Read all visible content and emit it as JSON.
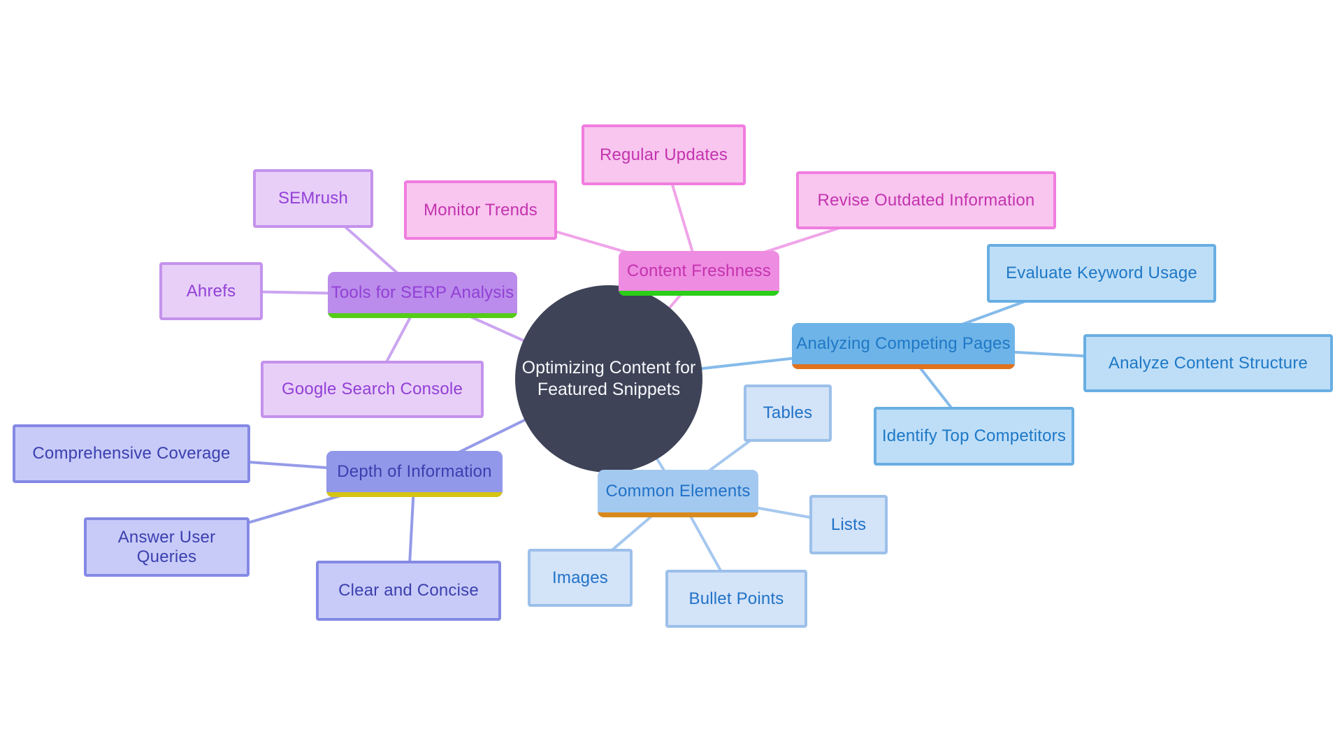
{
  "mindmap": {
    "center": {
      "label_line1": "Optimizing Content for",
      "label_line2": "Featured Snippets"
    },
    "branches": [
      {
        "label": "Content Freshness",
        "family": "pink",
        "children": [
          {
            "label": "Regular Updates"
          },
          {
            "label": "Monitor Trends"
          },
          {
            "label": "Revise Outdated Information"
          }
        ]
      },
      {
        "label": "Tools for SERP Analysis",
        "family": "purple",
        "children": [
          {
            "label": "SEMrush"
          },
          {
            "label": "Ahrefs"
          },
          {
            "label": "Google Search Console"
          }
        ]
      },
      {
        "label": "Analyzing Competing Pages",
        "family": "blue",
        "children": [
          {
            "label": "Evaluate Keyword Usage"
          },
          {
            "label": "Analyze Content Structure"
          },
          {
            "label": "Identify Top Competitors"
          }
        ]
      },
      {
        "label": "Depth of Information",
        "family": "periwinkle",
        "children": [
          {
            "label": "Comprehensive Coverage"
          },
          {
            "label": "Answer User Queries"
          },
          {
            "label": "Clear and Concise"
          }
        ]
      },
      {
        "label": "Common Elements",
        "family": "lightblue",
        "children": [
          {
            "label": "Tables"
          },
          {
            "label": "Lists"
          },
          {
            "label": "Images"
          },
          {
            "label": "Bullet Points"
          }
        ]
      }
    ],
    "palette": {
      "center": {
        "bg": "#3e4357",
        "text": "#f6f7fb"
      },
      "pink": {
        "main_bg": "#ee8ce2",
        "child_bg": "#f8c6ef",
        "child_border": "#f07ddf",
        "text": "#c433ae",
        "underline": "#2bce18",
        "edge": "#f0a4e8"
      },
      "purple": {
        "main_bg": "#bb8ceb",
        "child_bg": "#e8cff8",
        "child_border": "#c492ec",
        "text": "#9240d6",
        "underline": "#55cc18",
        "edge": "#cba5f0"
      },
      "peri": {
        "main_bg": "#9298e9",
        "child_bg": "#c8cbf8",
        "child_border": "#8489e4",
        "text": "#3a3fae",
        "underline": "#d5c414",
        "edge": "#959be8"
      },
      "blue": {
        "main_bg": "#6fb4e8",
        "child_bg": "#bedef8",
        "child_border": "#68aee2",
        "text": "#1e78c5",
        "underline": "#e0721e",
        "edge": "#85bbea"
      },
      "lblue": {
        "main_bg": "#a4c9f0",
        "child_bg": "#d3e3f8",
        "child_border": "#9cc0ea",
        "text": "#2172c7",
        "underline": "#d8891c",
        "edge": "#a6c8ef"
      }
    }
  }
}
